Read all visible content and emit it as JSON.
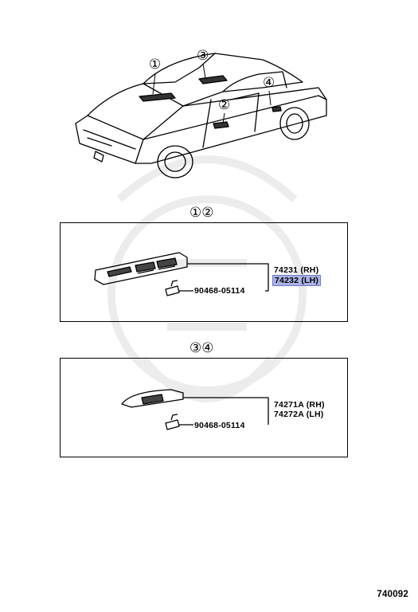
{
  "car": {
    "callouts": [
      "①",
      "③",
      "②",
      "④"
    ]
  },
  "group1": {
    "heading": "①②",
    "parts": [
      {
        "number": "74231 (RH)",
        "highlighted": false
      },
      {
        "number": "74232 (LH)",
        "highlighted": true
      }
    ],
    "clip_part": "90468-05114"
  },
  "group2": {
    "heading": "③④",
    "parts": [
      {
        "number": "74271A (RH)",
        "highlighted": false
      },
      {
        "number": "74272A (LH)",
        "highlighted": false
      }
    ],
    "clip_part": "90468-05114"
  },
  "diagram_code": "740092",
  "colors": {
    "highlight": "#aab2e6",
    "line": "#000000"
  }
}
